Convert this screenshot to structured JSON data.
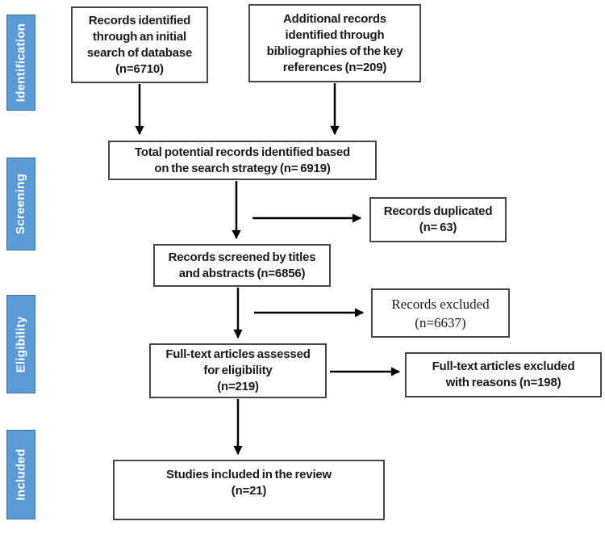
{
  "theme": {
    "phase_fill": "#5B9BD5",
    "phase_border": "#4173A3",
    "phase_text": "#FFFFFF",
    "box_border": "#464646",
    "box_text": "#1A1A1A",
    "arrow": "#000000",
    "background": "#FFFFFF"
  },
  "sidebar": {
    "phases": [
      {
        "name": "identification",
        "label": "Identification"
      },
      {
        "name": "screening",
        "label": "Screening"
      },
      {
        "name": "eligibility",
        "label": "Eligibility"
      },
      {
        "name": "included",
        "label": "Included"
      }
    ]
  },
  "flow": {
    "boxes": [
      {
        "name": "records-identified-database",
        "n": 6710,
        "text": "Records identified\nthrough an initial\nsearch of database\n(n=6710)"
      },
      {
        "name": "additional-records-bibliographies",
        "n": 209,
        "text": "Additional records\nidentified through\nbibliographies of the key\nreferences (n=209)"
      },
      {
        "name": "total-potential-records",
        "n": 6919,
        "text": "Total potential records identified based\non the search strategy (n= 6919)"
      },
      {
        "name": "records-duplicated",
        "n": 63,
        "text": "Records duplicated\n(n= 63)"
      },
      {
        "name": "records-screened",
        "n": 6856,
        "text": "Records screened by titles\nand abstracts (n=6856)"
      },
      {
        "name": "records-excluded",
        "n": 6637,
        "text": "Records excluded\n(n=6637)"
      },
      {
        "name": "fulltext-assessed",
        "n": 219,
        "text": "Full-text articles assessed\nfor eligibility\n(n=219)"
      },
      {
        "name": "fulltext-excluded-reasons",
        "n": 198,
        "text": "Full-text articles excluded\nwith reasons (n=198)"
      },
      {
        "name": "studies-included-review",
        "n": 21,
        "text": "Studies included in the review\n(n=21)"
      }
    ]
  }
}
